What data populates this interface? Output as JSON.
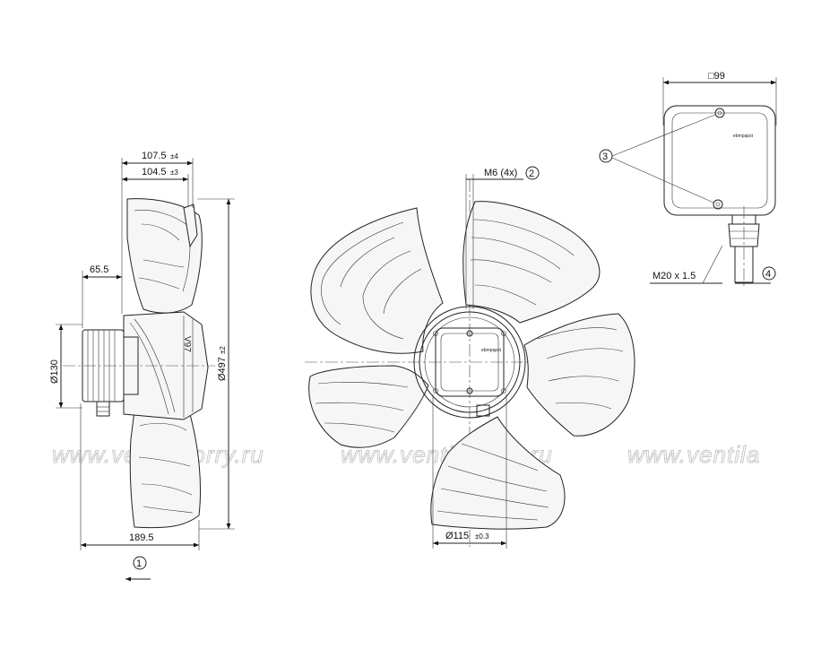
{
  "watermark": [
    "www.ventilatorry.ru",
    "www.ventilatorry.ru",
    "www.ventila"
  ],
  "side_view": {
    "dim_top_1": "107.5",
    "dim_top_1_tol": "±4",
    "dim_top_2": "104.5",
    "dim_top_2_tol": "±3",
    "dim_left_top": "65.5",
    "dim_hub_dia": "Ø130",
    "dim_fan_dia": "Ø497",
    "dim_fan_dia_tol": "±2",
    "dim_bottom": "189.5",
    "label_mark": "V97",
    "airflow_callout": "1"
  },
  "front_view": {
    "thread_label": "M6 (4x)",
    "thread_callout": "2",
    "dim_center_dia": "Ø115",
    "dim_center_dia_tol": "±0.3",
    "brand_label": "ebmpapst"
  },
  "terminal_box": {
    "dim_width": "□99",
    "screws_callout": "3",
    "cable_gland": "M20 x 1.5",
    "gland_callout": "4",
    "brand_label": "ebmpapst"
  }
}
